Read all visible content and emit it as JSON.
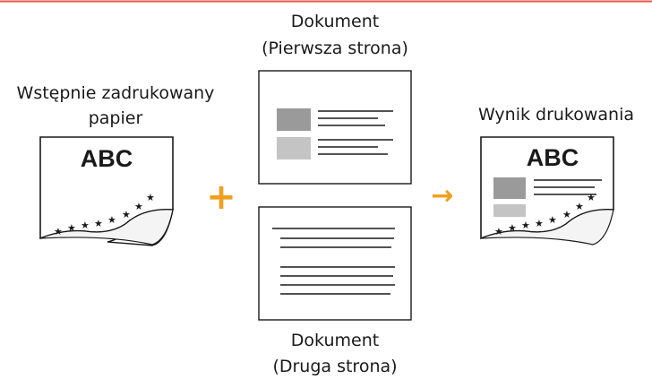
{
  "labels": {
    "preprinted_paper_line1": "Wstępnie zadrukowany",
    "preprinted_paper_line2": "papier",
    "doc_first_title": "Dokument",
    "doc_first_subtitle": "(Pierwsza strona)",
    "doc_second_title": "Dokument",
    "doc_second_subtitle": "(Druga strona)",
    "result": "Wynik drukowania"
  },
  "sheet_text": {
    "preprinted": "ABC",
    "result": "ABC"
  },
  "symbols": {
    "plus": "+",
    "arrow": "→"
  },
  "colors": {
    "accent_orange": "#f0a020",
    "top_rule": "#e8554e",
    "ink": "#1a1a1a",
    "gray_dark": "#9a9a9a",
    "gray_light": "#c4c4c4"
  }
}
